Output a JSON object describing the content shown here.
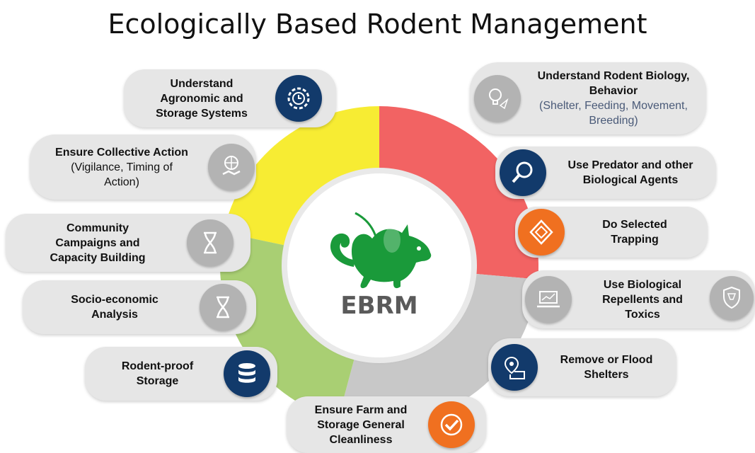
{
  "title": "Ecologically Based Rodent Management",
  "center_label": "EBRM",
  "colors": {
    "yellow": "#f7ec33",
    "red": "#f26363",
    "green": "#a9cf73",
    "gray": "#c8c8c8",
    "navy": "#123a6b",
    "orange": "#f07020",
    "mouse_green": "#1a9a3a"
  },
  "left_items": [
    {
      "lines": [
        "Understand",
        "Agronomic and",
        "Storage Systems"
      ],
      "sub": [],
      "icon": "gear-clock-icon"
    },
    {
      "lines": [
        "Ensure Collective Action"
      ],
      "sub": [
        "(Vigilance, Timing of",
        "Action)"
      ],
      "icon": "globe-handshake-icon"
    },
    {
      "lines": [
        "Community",
        "Campaigns and",
        "Capacity Building"
      ],
      "sub": [],
      "icon": "hourglass-icon"
    },
    {
      "lines": [
        "Socio-economic",
        "Analysis"
      ],
      "sub": [],
      "icon": "hourglass-icon"
    },
    {
      "lines": [
        "Rodent-proof",
        "Storage"
      ],
      "sub": [],
      "icon": "database-icon"
    },
    {
      "lines": [
        "Ensure Farm and",
        "Storage General",
        "Cleanliness"
      ],
      "sub": [],
      "icon": "checkmark-icon"
    }
  ],
  "right_items": [
    {
      "lines": [
        "Understand Rodent Biology,",
        "Behavior"
      ],
      "sub": [
        "(Shelter, Feeding, Movement,",
        "Breeding)"
      ],
      "icon": "lightbulb-icon"
    },
    {
      "lines": [
        "Use Predator and other",
        "Biological Agents"
      ],
      "sub": [],
      "icon": "magnifier-icon"
    },
    {
      "lines": [
        "Do Selected",
        "Trapping"
      ],
      "sub": [],
      "icon": "trap-box-icon"
    },
    {
      "lines": [
        "Use Biological",
        "Repellents and",
        "Toxics"
      ],
      "sub": [],
      "icon": "laptop-chart-icon",
      "icon2": "shield-cup-icon"
    },
    {
      "lines": [
        "Remove or Flood",
        "Shelters"
      ],
      "sub": [],
      "icon": "map-pin-icon"
    }
  ]
}
